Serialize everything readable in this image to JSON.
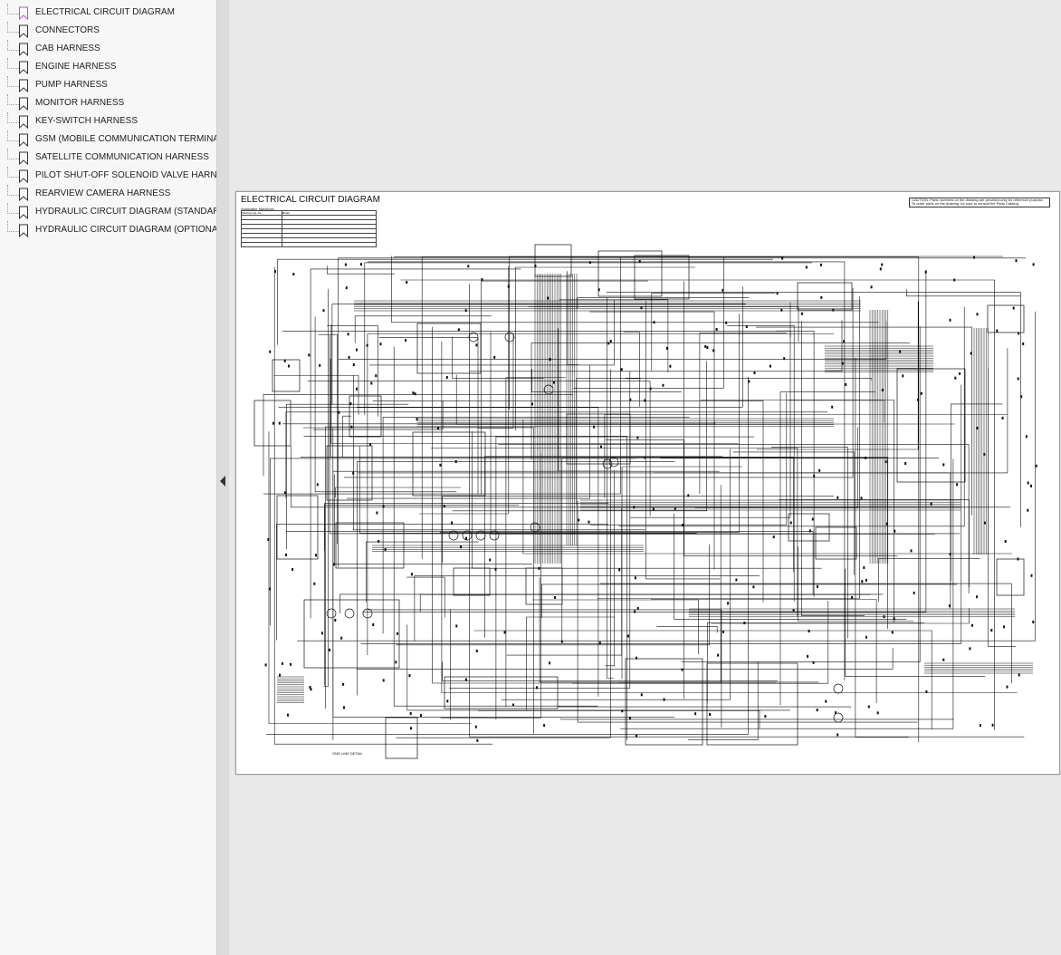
{
  "sidebar": {
    "bookmarks": [
      {
        "label": "ELECTRICAL CIRCUIT DIAGRAM",
        "active": true
      },
      {
        "label": "CONNECTORS"
      },
      {
        "label": "CAB HARNESS"
      },
      {
        "label": "ENGINE HARNESS"
      },
      {
        "label": "PUMP HARNESS"
      },
      {
        "label": "MONITOR HARNESS"
      },
      {
        "label": "KEY-SWITCH HARNESS"
      },
      {
        "label": "GSM (MOBILE COMMUNICATION TERMINAL) HARNESS"
      },
      {
        "label": "SATELLITE COMMUNICATION HARNESS"
      },
      {
        "label": "PILOT SHUT-OFF SOLENOID VALVE HARNESS"
      },
      {
        "label": "REARVIEW CAMERA HARNESS"
      },
      {
        "label": "HYDRAULIC CIRCUIT DIAGRAM (STANDARD)"
      },
      {
        "label": "HYDRAULIC CIRCUIT DIAGRAM (OPTIONAL)"
      }
    ]
  },
  "document": {
    "title": "ELECTRICAL CIRCUIT DIAGRAM",
    "caution": "CAUTION: Parts numbers on the drawing are provided only for reference purpose. To order parts on the drawing, be sure to consult the Parts Catalog.",
    "applicable_machines_heading": "Applicable Machines",
    "model_col": "Machine cat. No.",
    "serial_col": "Model",
    "detail_caption": "GND LINE DETAIL"
  },
  "colors": {
    "sidebar_bg": "#f7f7f7",
    "viewer_bg": "#e9e9ea",
    "active_bookmark": "#c04fc8",
    "bookmark_icon": "#333333",
    "line": "#111111"
  }
}
